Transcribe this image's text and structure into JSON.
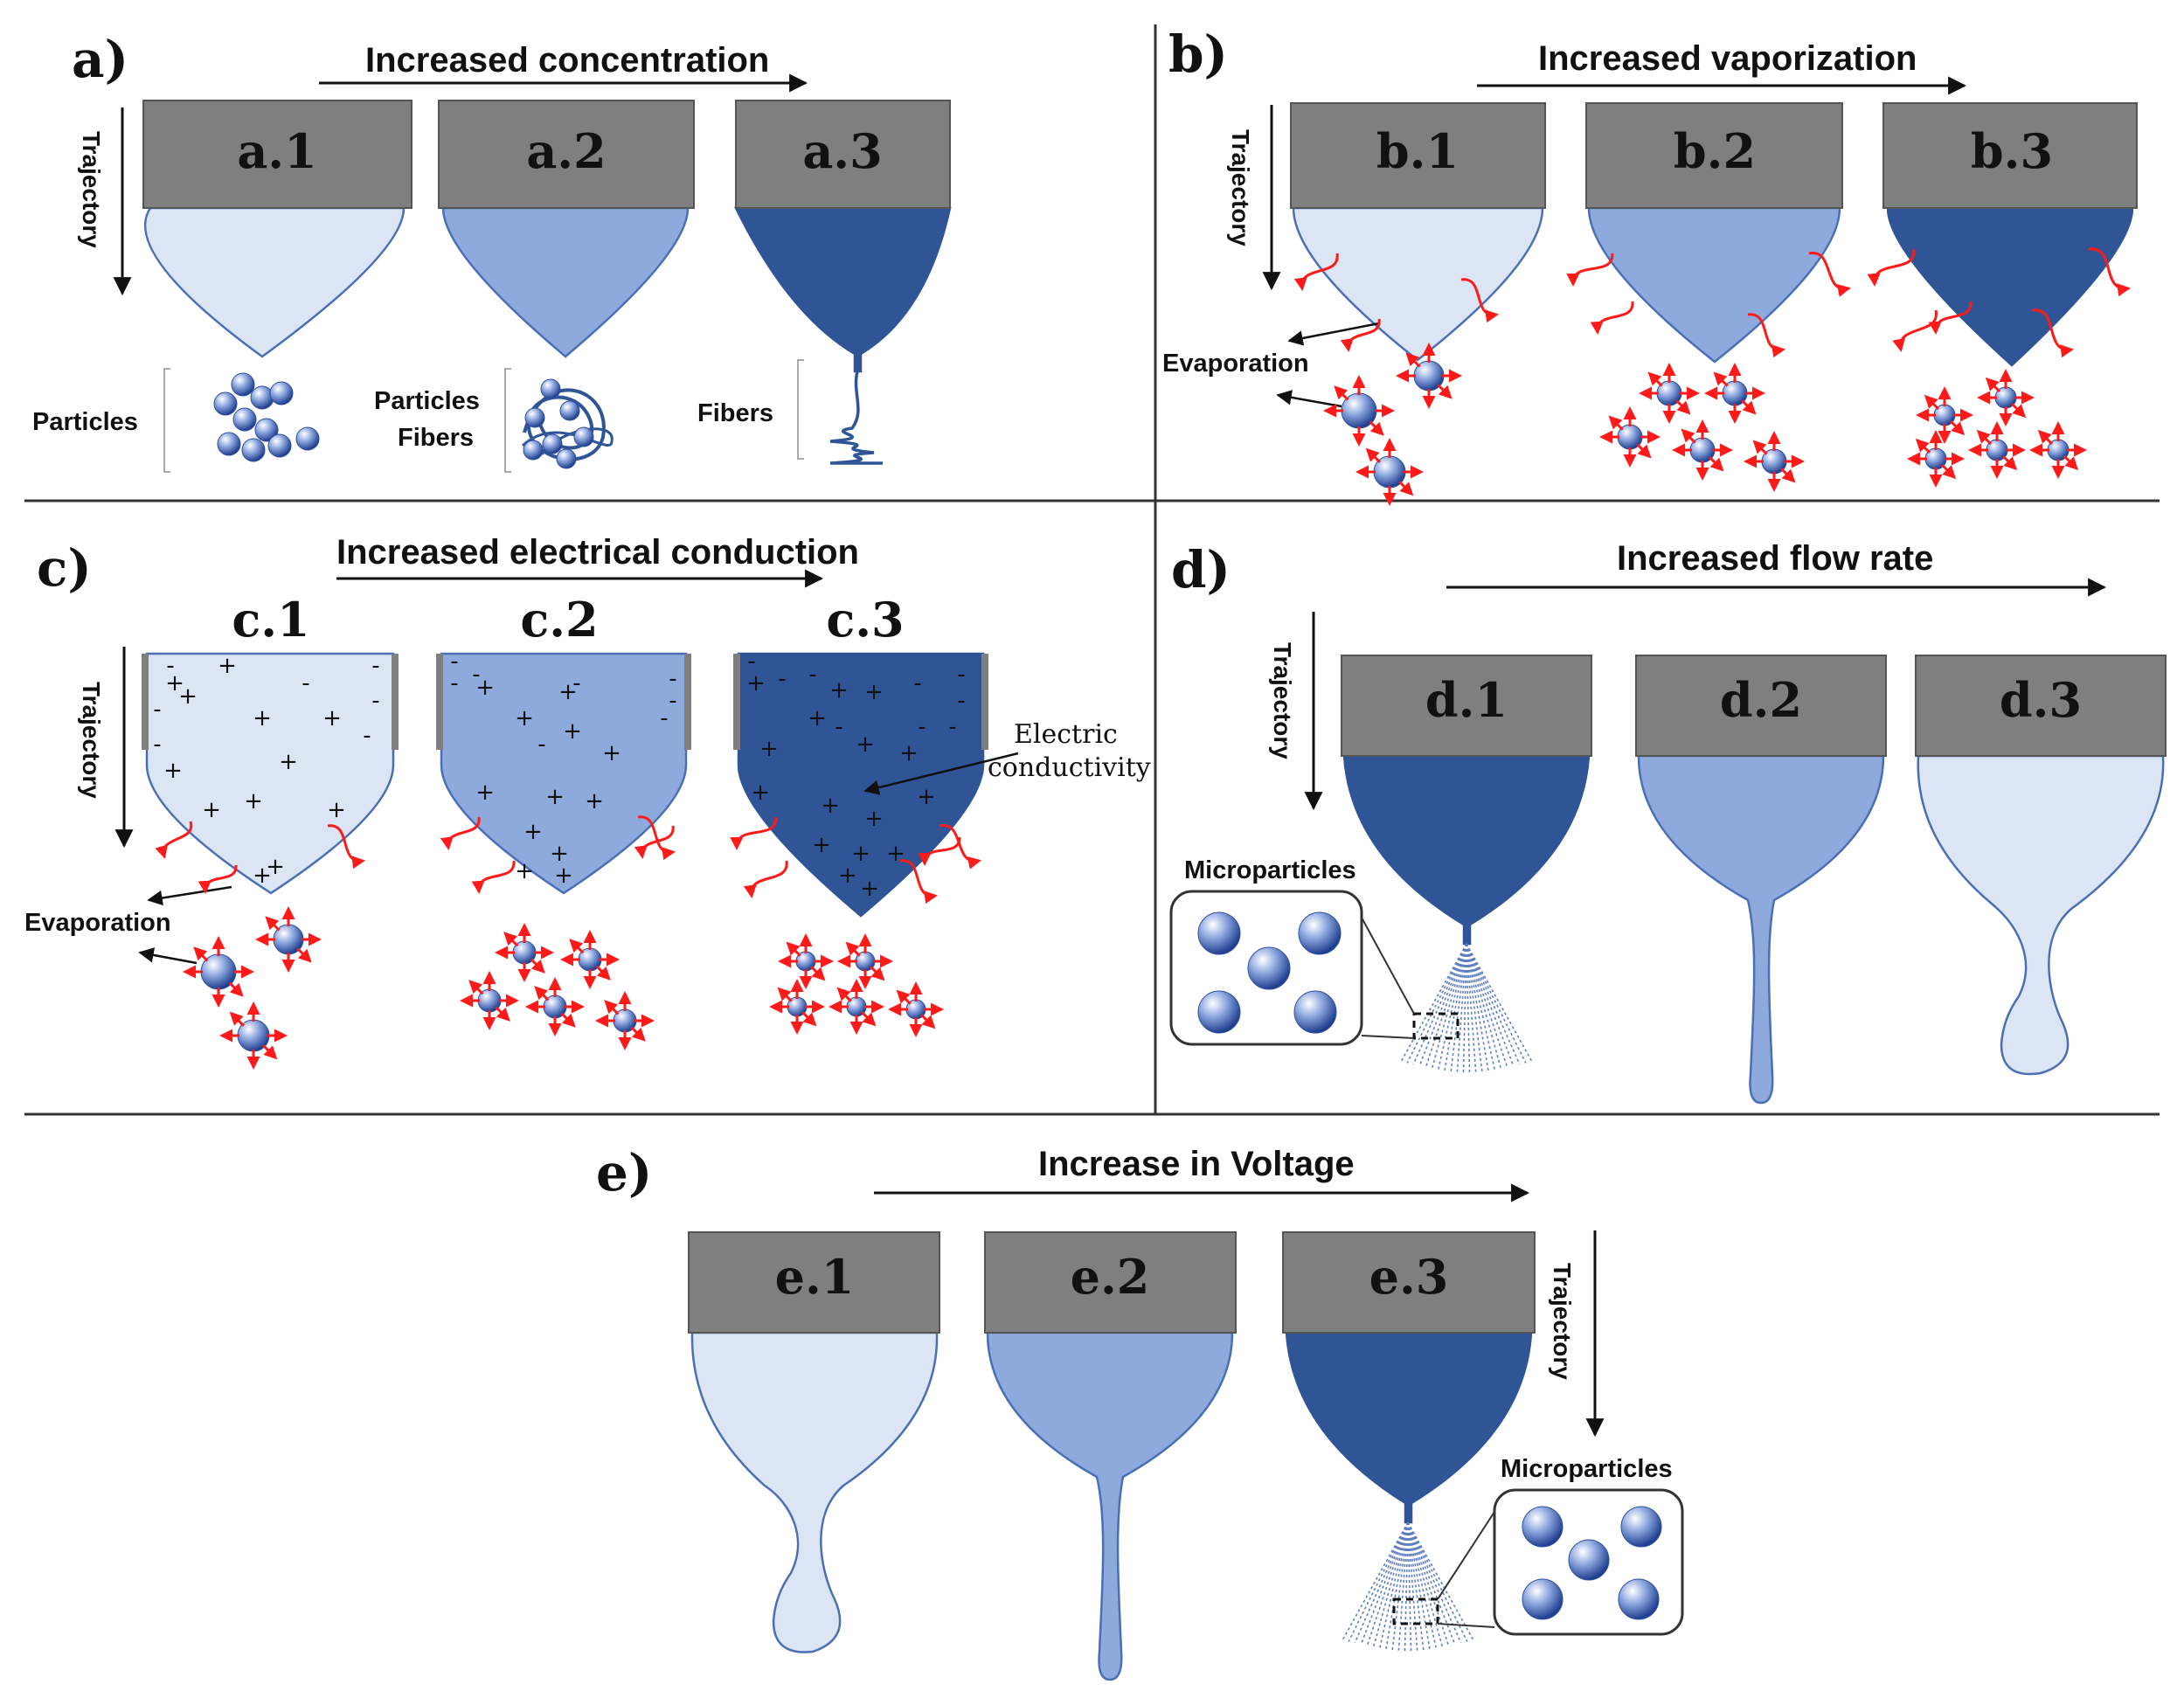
{
  "colors": {
    "nozzle": "#7f7f7f",
    "nozzle_border": "#555555",
    "light": "#dbe5f4",
    "medium": "#8eaadc",
    "dark": "#2f5597",
    "outline": "#4a6fb5",
    "vapor_arrow": "#ff1a1a",
    "divider": "#333333"
  },
  "panels": {
    "a": {
      "label": "a)",
      "heading": "Increased concentration",
      "trajectory": "Trajectory",
      "nozzles": [
        "a.1",
        "a.2",
        "a.3"
      ],
      "products": [
        "Particles",
        "Particles",
        "Fibers",
        "Fibers"
      ]
    },
    "b": {
      "label": "b)",
      "heading": "Increased vaporization",
      "trajectory": "Trajectory",
      "nozzles": [
        "b.1",
        "b.2",
        "b.3"
      ],
      "evaporation": "Evaporation"
    },
    "c": {
      "label": "c)",
      "heading": "Increased electrical conduction",
      "trajectory": "Trajectory",
      "nozzles": [
        "c.1",
        "c.2",
        "c.3"
      ],
      "evaporation": "Evaporation",
      "conductivity_line1": "Electric",
      "conductivity_line2": "conductivity",
      "plus": "+",
      "minus": "-"
    },
    "d": {
      "label": "d)",
      "heading": "Increased flow rate",
      "trajectory": "Trajectory",
      "nozzles": [
        "d.1",
        "d.2",
        "d.3"
      ],
      "inset": "Microparticles"
    },
    "e": {
      "label": "e)",
      "heading": "Increase in Voltage",
      "trajectory": "Trajectory",
      "nozzles": [
        "e.1",
        "e.2",
        "e.3"
      ],
      "inset": "Microparticles"
    }
  }
}
